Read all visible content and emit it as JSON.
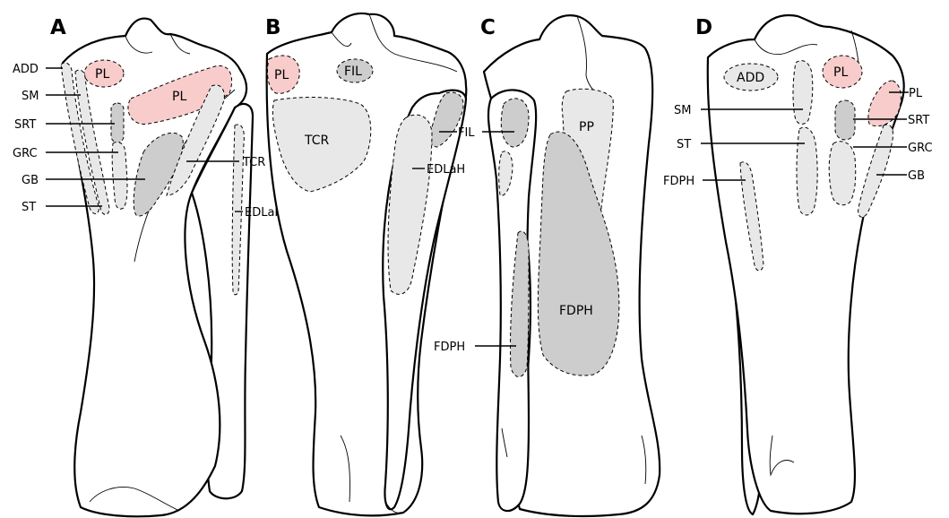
{
  "colors": {
    "scar_light": "#e8e8e8",
    "scar_dark": "#cdcdcd",
    "scar_pink": "#f9cccc",
    "outline": "#000000",
    "bone": "#ffffff"
  },
  "panels": [
    {
      "letter": "A",
      "inner_labels": [
        "PL",
        "PL"
      ],
      "leader_labels": [
        "ADD",
        "SM",
        "SRT",
        "GRC",
        "GB",
        "ST",
        "TCR",
        "EDLaH"
      ]
    },
    {
      "letter": "B",
      "inner_labels": [
        "PL",
        "FIL",
        "TCR"
      ],
      "leader_labels": [
        "FIL",
        "EDLaH"
      ]
    },
    {
      "letter": "C",
      "inner_labels": [
        "PP",
        "FDPH"
      ],
      "leader_labels": [
        "FDPH"
      ]
    },
    {
      "letter": "D",
      "inner_labels": [
        "ADD",
        "PL"
      ],
      "leader_labels": [
        "PL",
        "SM",
        "SRT",
        "ST",
        "GRC",
        "FDPH",
        "GB"
      ]
    }
  ]
}
